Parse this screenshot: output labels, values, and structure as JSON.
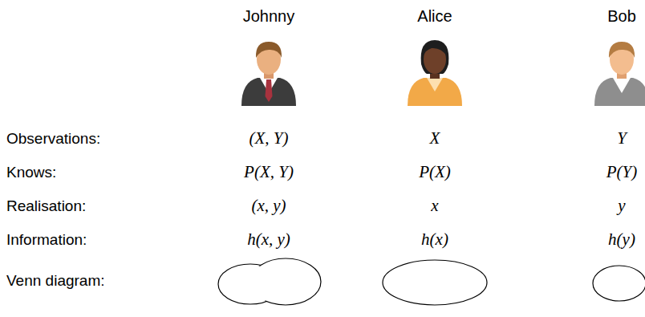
{
  "diagram": {
    "labels": [
      "Johnny",
      "Alice",
      "Bob",
      "Observations:",
      "(X, Y)",
      "X",
      "Y",
      "Knows:",
      "P(X, Y)",
      "P(X)",
      "P(Y)",
      "Realisation:",
      "(x, y)",
      "x",
      "y",
      "Information:",
      "h(x, y)",
      "h(x)",
      "h(y)",
      "Venn diagram:"
    ]
  }
}
